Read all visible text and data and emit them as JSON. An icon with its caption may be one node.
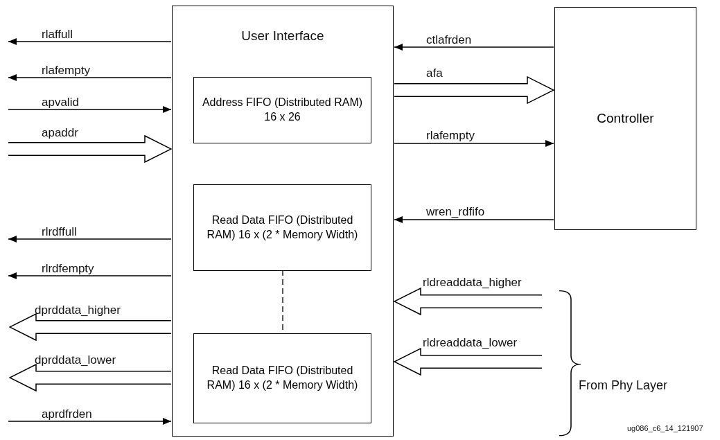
{
  "diagram": {
    "nodes": [
      {
        "text": [
          "User Interface"
        ]
      },
      {
        "text": [
          "Address FIFO (Distributed RAM) 16 x 26"
        ],
        "in": 0
      },
      {
        "text": [
          "Read Data FIFO (Distributed RAM) 16 x (2 * Memory Width)"
        ],
        "in": 0
      },
      {
        "text": [
          "Read Data FIFO (Distributed RAM) 16 x (2 * Memory Width)"
        ],
        "in": 0
      },
      {
        "text": [
          "Controller"
        ]
      }
    ],
    "edges": [
      {
        "from": 0,
        "to": null,
        "arrow": "to",
        "label": "rlaffull"
      },
      {
        "from": 0,
        "to": null,
        "arrow": "to",
        "label": "rlafempty"
      },
      {
        "from": null,
        "to": 0,
        "arrow": "to",
        "label": "apvalid"
      },
      {
        "from": null,
        "to": 0,
        "arrow": "to",
        "label": "apaddr",
        "style": "thick"
      },
      {
        "from": 4,
        "to": 0,
        "arrow": "to",
        "label": "ctlafrden"
      },
      {
        "from": 0,
        "to": 4,
        "arrow": "to",
        "label": "afa",
        "style": "thick"
      },
      {
        "from": 0,
        "to": 4,
        "arrow": "to",
        "label": "rlafempty"
      },
      {
        "from": 4,
        "to": 0,
        "arrow": "to",
        "label": "wren_rdfifo"
      },
      {
        "from": 0,
        "to": null,
        "arrow": "to",
        "label": "rlrdffull"
      },
      {
        "from": 0,
        "to": null,
        "arrow": "to",
        "label": "rlrdfempty"
      },
      {
        "from": 0,
        "to": null,
        "arrow": "to",
        "label": "dprddata_higher",
        "style": "thick"
      },
      {
        "from": 0,
        "to": null,
        "arrow": "to",
        "label": "dprddata_lower",
        "style": "thick"
      },
      {
        "from": null,
        "to": 0,
        "arrow": "to",
        "label": "rldreaddata_higher",
        "style": "thick"
      },
      {
        "from": null,
        "to": 0,
        "arrow": "to",
        "label": "rldreaddata_lower",
        "style": "thick"
      },
      {
        "from": null,
        "to": 0,
        "arrow": "to",
        "label": "aprdfrden"
      },
      {
        "from": 2,
        "to": 3,
        "arrow": "none",
        "style": "dashed"
      }
    ],
    "labels": [
      "From Phy Layer",
      "ug086_c6_14_121907"
    ]
  }
}
